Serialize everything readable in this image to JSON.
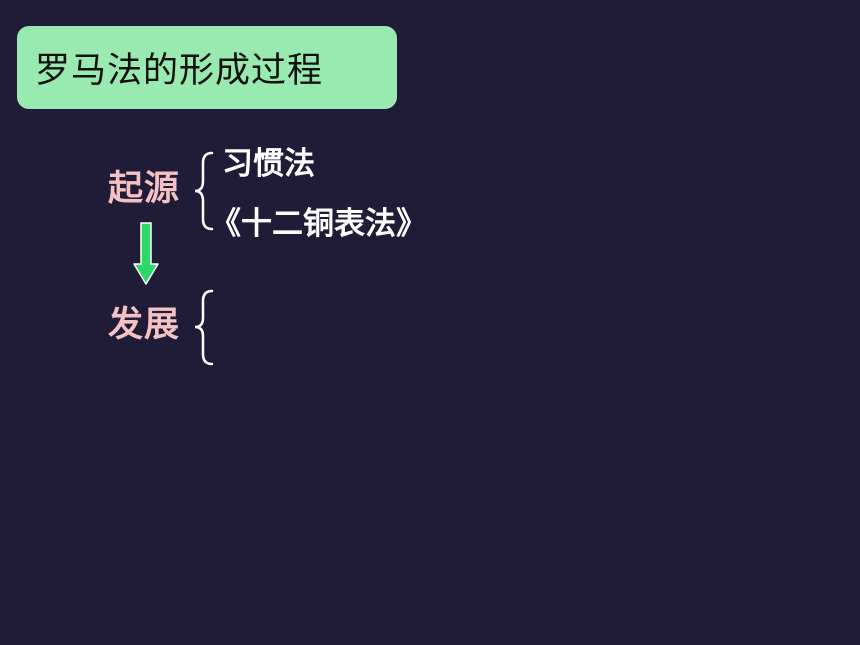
{
  "title": "罗马法的形成过程",
  "origin": {
    "label": "起源",
    "items": [
      "习惯法",
      "《十二铜表法》"
    ]
  },
  "development": {
    "label": "发展"
  },
  "colors": {
    "background": "#201b36",
    "title_box": "#99eab0",
    "term": "#f4c2c2",
    "item": "#ffffff",
    "arrow": "#2dd86a"
  },
  "icons": {
    "flow_arrow": "down-arrow-icon"
  }
}
